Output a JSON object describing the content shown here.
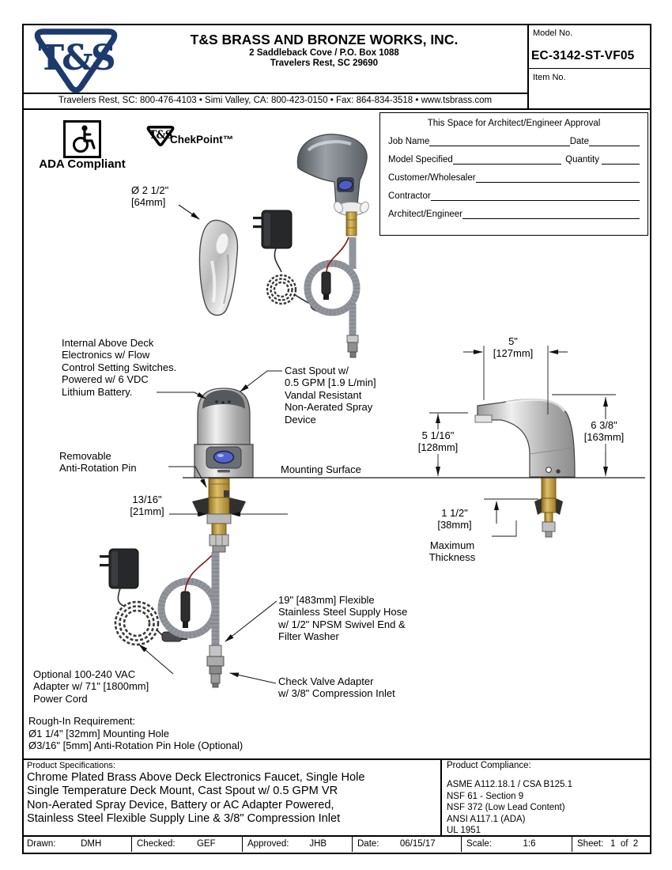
{
  "header": {
    "logo_text": "T&S",
    "company": "T&S BRASS AND BRONZE WORKS, INC.",
    "address1": "2 Saddleback Cove / P.O. Box 1088",
    "address2": "Travelers Rest, SC  29690",
    "contact": "Travelers Rest, SC: 800-476-4103 • Simi Valley, CA: 800-423-0150 • Fax: 864-834-3518 • www.tsbrass.com",
    "model_label": "Model No.",
    "model_value": "EC-3142-ST-VF05",
    "item_label": "Item No."
  },
  "badges": {
    "ada_label": "ADA Compliant",
    "chekpoint_logo_text": "T&S",
    "chekpoint_label": "ChekPoint™"
  },
  "approval": {
    "title": "This Space for Architect/Engineer Approval",
    "job_name": "Job Name",
    "date": "Date",
    "model_specified": "Model Specified",
    "quantity": "Quantity",
    "customer": "Customer/Wholesaler",
    "contractor": "Contractor",
    "architect": "Architect/Engineer"
  },
  "callouts": {
    "top_diameter": "Ø 2 1/2\"\n[64mm]",
    "electronics": "Internal Above Deck\nElectronics w/ Flow\nControl Setting Switches.\nPowered w/ 6 VDC\nLithium Battery.",
    "cast_spout": "Cast Spout w/\n0.5 GPM [1.9 L/min]\nVandal Resistant\nNon-Aerated Spray\nDevice",
    "anti_rotation": "Removable\nAnti-Rotation Pin",
    "mounting_surface": "Mounting Surface",
    "supply_hose": "19\" [483mm] Flexible\nStainless Steel Supply Hose\nw/ 1/2\" NPSM Swivel End &\nFilter Washer",
    "check_valve": "Check Valve Adapter\nw/ 3/8\" Compression Inlet",
    "power_adapter": "Optional 100-240 VAC\nAdapter w/ 71\" [1800mm]\nPower Cord",
    "rough_in": "Rough-In Requirement:\nØ1 1/4\" [32mm] Mounting Hole\nØ3/16\" [5mm] Anti-Rotation Pin Hole (Optional)"
  },
  "dimensions": {
    "width_top": "5\"\n[127mm]",
    "height_right": "6 3/8\"\n[163mm]",
    "height_left": "5 1/16\"\n[128mm]",
    "deck_thickness": "1 1/2\"\n[38mm]",
    "deck_thickness_note": "Maximum\nThickness",
    "shank": "13/16\"\n[21mm]"
  },
  "specs": {
    "title": "Product Specifications:",
    "body": "Chrome Plated Brass Above Deck Electronics Faucet, Single Hole\nSingle Temperature Deck Mount, Cast Spout w/ 0.5 GPM VR\nNon-Aerated Spray Device, Battery or AC Adapter Powered,\nStainless Steel Flexible Supply Line & 3/8\" Compression Inlet"
  },
  "compliance": {
    "title": "Product Compliance:",
    "items": [
      "ASME A112.18.1 / CSA B125.1",
      "NSF 61 - Section 9",
      "NSF 372 (Low Lead Content)",
      "ANSI A117.1 (ADA)",
      "UL 1951"
    ]
  },
  "footer": {
    "drawn_label": "Drawn:",
    "drawn": "DMH",
    "checked_label": "Checked:",
    "checked": "GEF",
    "approved_label": "Approved:",
    "approved": "JHB",
    "date_label": "Date:",
    "date": "06/15/17",
    "scale_label": "Scale:",
    "scale": "1:6",
    "sheet_label": "Sheet:",
    "sheet": "1  of  2"
  },
  "colors": {
    "logo_navy": "#1c3a6e",
    "sensor_blue": "#5163cf",
    "brass": "#c3a045"
  }
}
